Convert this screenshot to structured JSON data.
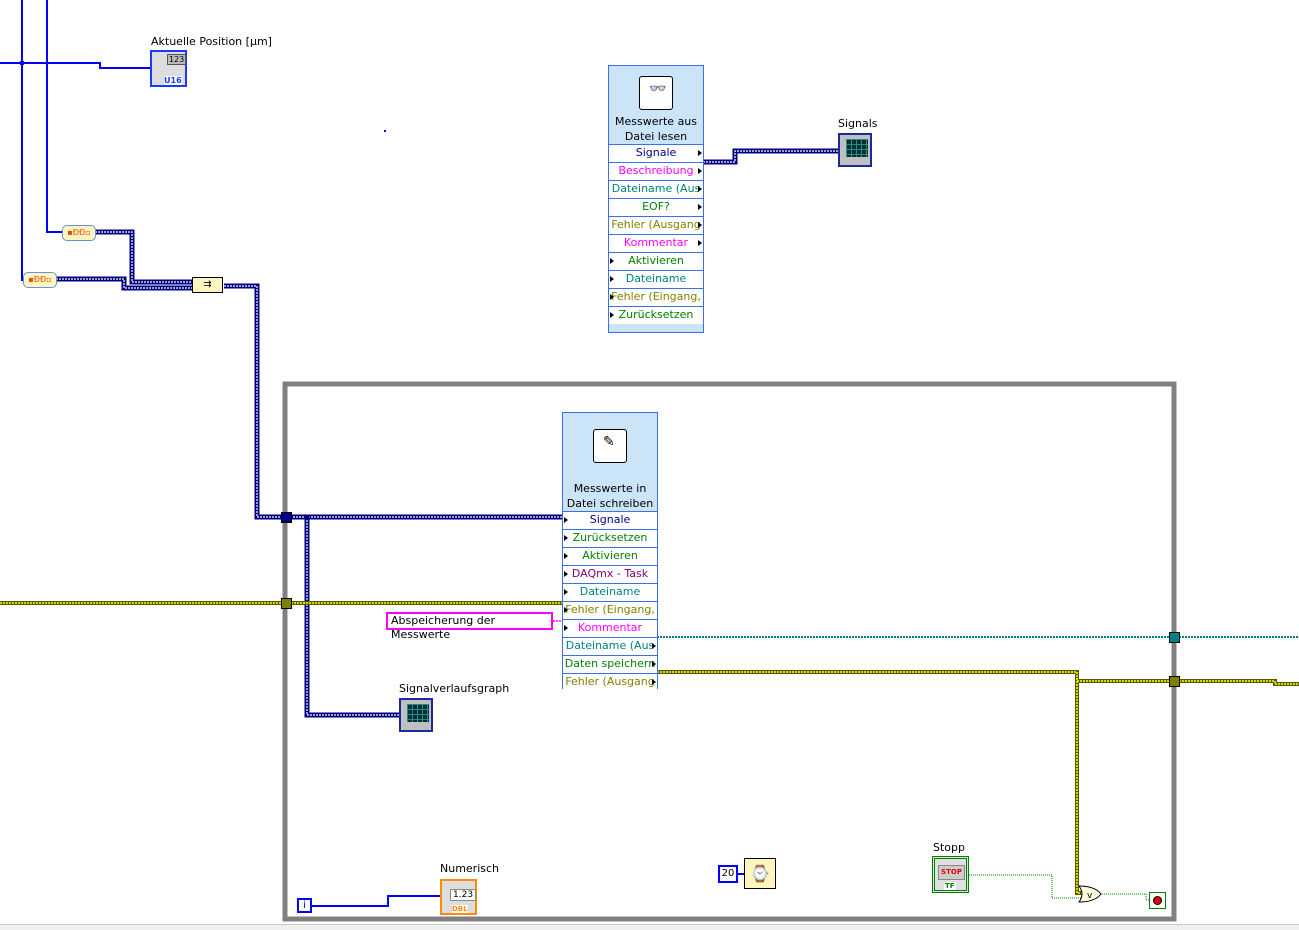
{
  "read_node": {
    "title": "Messwerte aus Datei lesen",
    "rows": [
      {
        "label": "Signale",
        "color": "#000080",
        "dir": "out"
      },
      {
        "label": "Beschreibung",
        "color": "#ff00ff",
        "dir": "out"
      },
      {
        "label": "Dateiname (Aus",
        "color": "#008080",
        "dir": "out"
      },
      {
        "label": "EOF?",
        "color": "#008000",
        "dir": "out"
      },
      {
        "label": "Fehler (Ausgang",
        "color": "#808000",
        "dir": "out"
      },
      {
        "label": "Kommentar",
        "color": "#ff00ff",
        "dir": "out"
      },
      {
        "label": "Aktivieren",
        "color": "#008000",
        "dir": "in"
      },
      {
        "label": "Dateiname",
        "color": "#008080",
        "dir": "in"
      },
      {
        "label": "Fehler (Eingang,",
        "color": "#808000",
        "dir": "in"
      },
      {
        "label": "Zurücksetzen",
        "color": "#008000",
        "dir": "in"
      }
    ]
  },
  "write_node": {
    "title": "Messwerte in Datei schreiben",
    "rows": [
      {
        "label": "Signale",
        "color": "#000080",
        "dir": "in"
      },
      {
        "label": "Zurücksetzen",
        "color": "#008000",
        "dir": "in"
      },
      {
        "label": "Aktivieren",
        "color": "#008000",
        "dir": "in"
      },
      {
        "label": "DAQmx - Task",
        "color": "#800080",
        "dir": "in"
      },
      {
        "label": "Dateiname",
        "color": "#008080",
        "dir": "in"
      },
      {
        "label": "Fehler (Eingang,",
        "color": "#808000",
        "dir": "in"
      },
      {
        "label": "Kommentar",
        "color": "#ff00ff",
        "dir": "in"
      },
      {
        "label": "Dateiname (Aus",
        "color": "#008080",
        "dir": "out"
      },
      {
        "label": "Daten speichern",
        "color": "#008000",
        "dir": "out"
      },
      {
        "label": "Fehler (Ausgang",
        "color": "#808000",
        "dir": "out"
      }
    ]
  },
  "indicators": {
    "position": "Aktuelle Position [µm]",
    "signals": "Signals",
    "graph": "Signalverlaufsgraph",
    "numeric": "Numerisch",
    "numeric_value": "1.23",
    "numeric_type": "DBL",
    "position_type": "U16",
    "position_value": "123"
  },
  "controls": {
    "stop_label": "Stopp",
    "stop_button": "STOP",
    "stop_type": "TF"
  },
  "constants": {
    "comment": "Abspeicherung der Messwerte",
    "wait_ms": "20",
    "iteration": "i"
  },
  "colors": {
    "dynamic_wire": "#000080",
    "error_wire": "#808000",
    "error_fill": "#ffff00",
    "path_wire": "#008080",
    "int_wire": "#0000ff",
    "bool_wire": "#008000",
    "loop_frame": "#808080"
  }
}
